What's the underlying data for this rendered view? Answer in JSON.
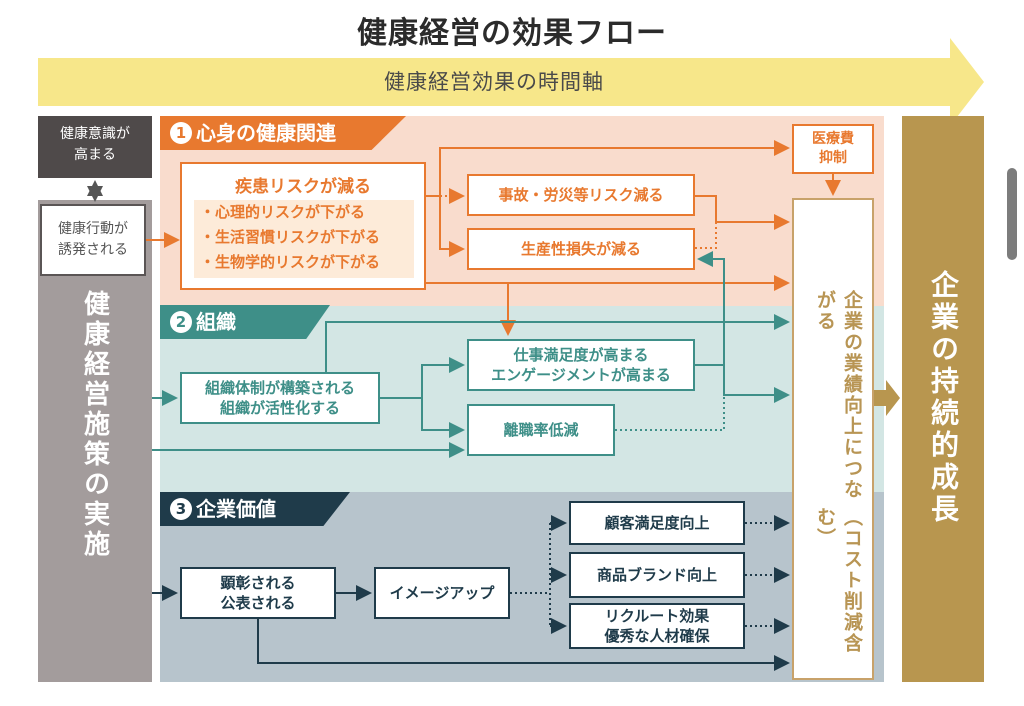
{
  "title": "健康経営の効果フロー",
  "timeline": {
    "label": "健康経営効果の時間軸"
  },
  "left": {
    "awareness": "健康意識が\n高まる",
    "behavior": "健康行動が\n誘発される",
    "measures": "健康経営施策の実施"
  },
  "sections": [
    {
      "number": "1",
      "title": "心身の健康関連",
      "color": "#e8792f"
    },
    {
      "number": "2",
      "title": "組織",
      "color": "#3e8f88"
    },
    {
      "number": "3",
      "title": "企業価値",
      "color": "#1f3b4a"
    }
  ],
  "health": {
    "disease_title": "疾患リスクが減る",
    "disease_items": [
      "・心理的リスクが下がる",
      "・生活習慣リスクが下がる",
      "・生物学的リスクが下がる"
    ],
    "accident": "事故・労災等リスク減る",
    "productivity": "生産性損失が減る",
    "medical": "医療費\n抑制"
  },
  "organization": {
    "structure": "組織体制が構築される\n組織が活性化する",
    "satisfaction": "仕事満足度が高まる\nエンゲージメントが高まる",
    "turnover": "離職率低減"
  },
  "value": {
    "praise": "顕彰される\n公表される",
    "image": "イメージアップ",
    "customer": "顧客満足度向上",
    "brand": "商品ブランド向上",
    "recruit": "リクルート効果\n優秀な人材確保"
  },
  "outcome": {
    "performance_main": "企業の業績向上につながる",
    "performance_sub": "（コスト削減含む）",
    "growth": "企業の持続的成長"
  },
  "colors": {
    "health": "#e8792f",
    "organization": "#3e8f88",
    "value": "#1f3b4a",
    "timeline": "#f7e78a",
    "growth": "#b8964f"
  }
}
